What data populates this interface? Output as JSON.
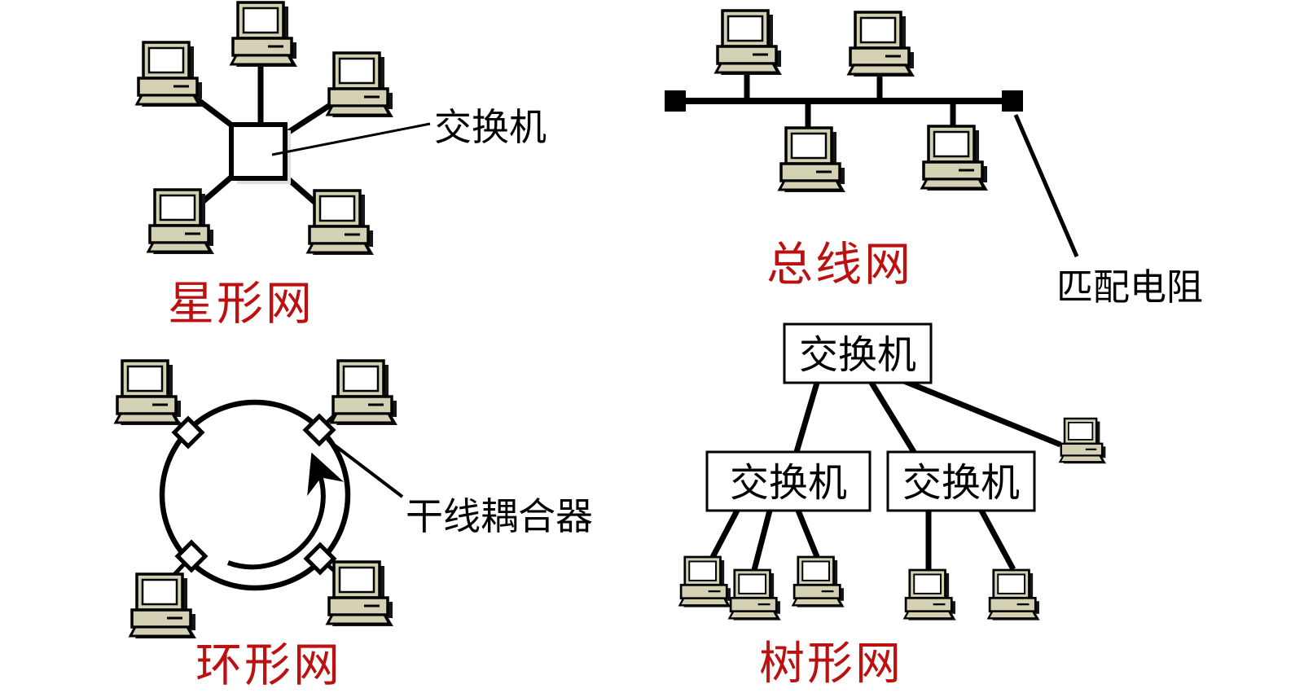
{
  "colors": {
    "accent_red": "#bb1111",
    "device_beige": "#d3d0b4",
    "line_black": "#000000",
    "box_shadow_gray": "#dedede"
  },
  "icons": {
    "computer": "desktop-computer-icon",
    "switch_square": "switch-square",
    "switch_box": "switch-box",
    "terminator": "bus-terminator-square",
    "coupler": "trunk-coupler-diamond",
    "direction_arrow": "ring-direction-arrow"
  },
  "star": {
    "title": "星形网",
    "switch_label": "交换机"
  },
  "bus": {
    "title": "总线网",
    "resistor_label": "匹配电阻"
  },
  "ring": {
    "title": "环形网",
    "coupler_label": "干线耦合器"
  },
  "tree": {
    "title": "树形网",
    "switch_top": "交换机",
    "switch_left": "交换机",
    "switch_right": "交换机"
  }
}
